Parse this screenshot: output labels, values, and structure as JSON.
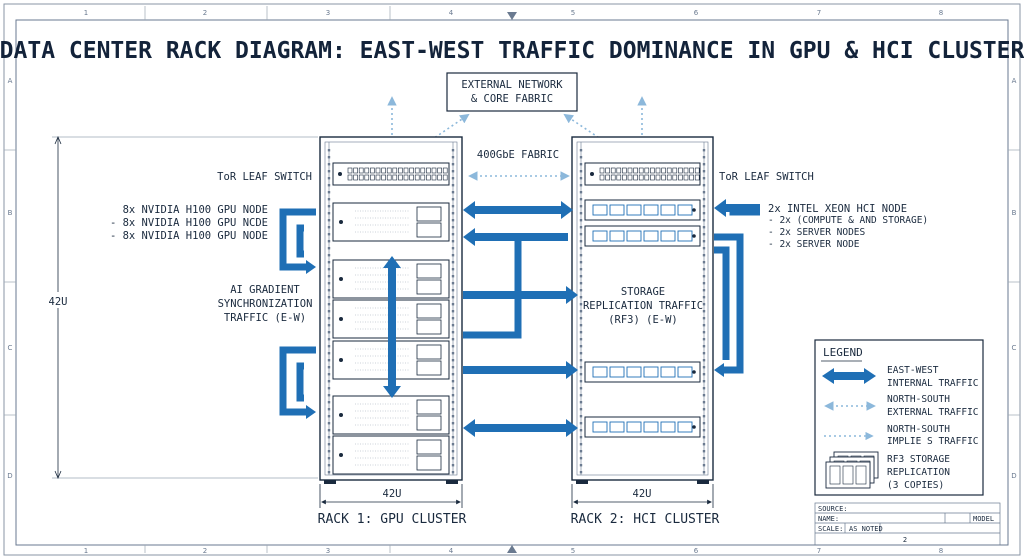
{
  "title": "DATA CENTER RACK DIAGRAM: EAST-WEST TRAFFIC DOMINANCE IN GPU & HCI CLUSTER",
  "border": {
    "columns": [
      "1",
      "2",
      "3",
      "4",
      "5",
      "6",
      "7",
      "8"
    ],
    "rows": [
      "A",
      "B",
      "C",
      "D"
    ]
  },
  "external": {
    "line1": "EXTERNAL NETWORK",
    "line2": "& CORE FABRIC"
  },
  "fabric_label": "400GbE FABRIC",
  "height_label": "42U",
  "rack1": {
    "tor_label": "ToR LEAF SWITCH",
    "node_lines": [
      "8x NVIDIA H100 GPU NODE",
      "- 8x NVIDIA H100 GPU NCDE",
      "- 8x NVIDIA H100 GPU NODE"
    ],
    "traffic_lines": [
      "AI GRADIENT",
      "SYNCHRONIZATION",
      "TRAFFIC (E-W)"
    ],
    "width_label": "42U",
    "caption": "RACK 1: GPU CLUSTER"
  },
  "rack2": {
    "tor_label": "ToR LEAF SWITCH",
    "node_lines": [
      "2x INTEL XEON HCI NODE",
      "- 2x (COMPUTE & AND STORAGE)",
      "- 2x SERVER NODES",
      "- 2x SERVER NODE"
    ],
    "traffic_lines": [
      "STORAGE",
      "REPLICATION TRAFFIC",
      "(RF3) (E-W)"
    ],
    "width_label": "42U",
    "caption": "RACK 2: HCI CLUSTER"
  },
  "legend": {
    "title": "LEGEND",
    "items": [
      {
        "icon": "east-west-arrow-icon",
        "lines": [
          "EAST-WEST",
          "INTERNAL TRAFFIC"
        ]
      },
      {
        "icon": "north-south-arrow-icon",
        "lines": [
          "NORTH-SOUTH",
          "EXTERNAL TRAFFIC"
        ]
      },
      {
        "icon": "north-south-implied-arrow-icon",
        "lines": [
          "NORTH-SOUTH",
          "IMPLIE S TRAFFIC"
        ]
      },
      {
        "icon": "rf3-storage-copies-icon",
        "lines": [
          "RF3 STORAGE",
          "REPLICATION",
          "(3 COPIES)"
        ]
      }
    ]
  },
  "title_block": {
    "label_1": "SOURCE:",
    "label_2": "NAME:",
    "label_3": "SCALE:",
    "value_3": "AS NOTED",
    "label_4": "MODEL",
    "sheet": "2"
  },
  "colors": {
    "primary": "#1f6fb5",
    "light": "#8cb8db",
    "ink": "#1a2a3e",
    "grid": "#9aa6b4"
  }
}
